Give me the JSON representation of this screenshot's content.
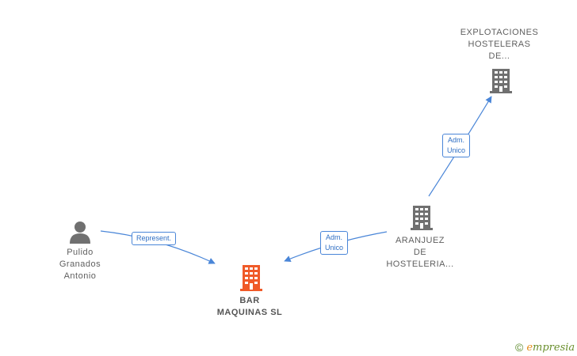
{
  "colors": {
    "edge": "#4a86d8",
    "node_gray": "#707070",
    "node_main": "#f05a28",
    "brand_green": "#6a8f2d",
    "brand_orange": "#e58c1a"
  },
  "nodes": {
    "explotaciones": {
      "lines": [
        "EXPLOTACIONES",
        "HOSTELERAS",
        "DE..."
      ],
      "icon": "building-icon"
    },
    "aranjuez": {
      "lines": [
        "ARANJUEZ",
        "DE",
        "HOSTELERIA..."
      ],
      "icon": "building-icon"
    },
    "pulido": {
      "lines": [
        "Pulido",
        "Granados",
        "Antonio"
      ],
      "icon": "person-icon"
    },
    "bar": {
      "lines": [
        "BAR",
        "MAQUINAS SL"
      ],
      "icon": "building-icon"
    }
  },
  "edges": {
    "represent": {
      "lines": [
        "Represent."
      ]
    },
    "adm_bar": {
      "lines": [
        "Adm.",
        "Unico"
      ]
    },
    "adm_explot": {
      "lines": [
        "Adm.",
        "Unico"
      ]
    }
  },
  "brand": {
    "symbol": "©",
    "first_letter": "e",
    "rest": "mpresia"
  }
}
